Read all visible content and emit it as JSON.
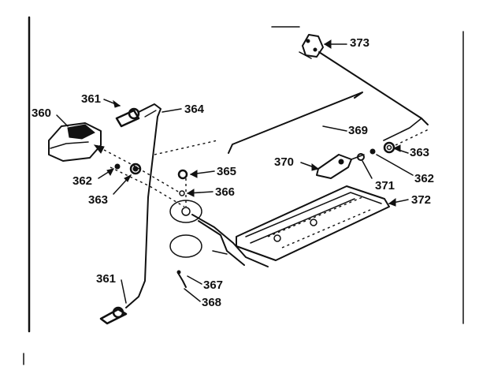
{
  "diagram": {
    "callouts": [
      {
        "id": "c360",
        "text": "360"
      },
      {
        "id": "c361a",
        "text": "361"
      },
      {
        "id": "c361b",
        "text": "361"
      },
      {
        "id": "c362a",
        "text": "362"
      },
      {
        "id": "c362b",
        "text": "362"
      },
      {
        "id": "c363a",
        "text": "363"
      },
      {
        "id": "c363b",
        "text": "363"
      },
      {
        "id": "c364",
        "text": "364"
      },
      {
        "id": "c365",
        "text": "365"
      },
      {
        "id": "c366",
        "text": "366"
      },
      {
        "id": "c367",
        "text": "367"
      },
      {
        "id": "c368",
        "text": "368"
      },
      {
        "id": "c369",
        "text": "369"
      },
      {
        "id": "c370",
        "text": "370"
      },
      {
        "id": "c371",
        "text": "371"
      },
      {
        "id": "c372",
        "text": "372"
      },
      {
        "id": "c373",
        "text": "373"
      }
    ]
  },
  "colors": {
    "ink": "#111111",
    "paper": "#ffffff"
  }
}
